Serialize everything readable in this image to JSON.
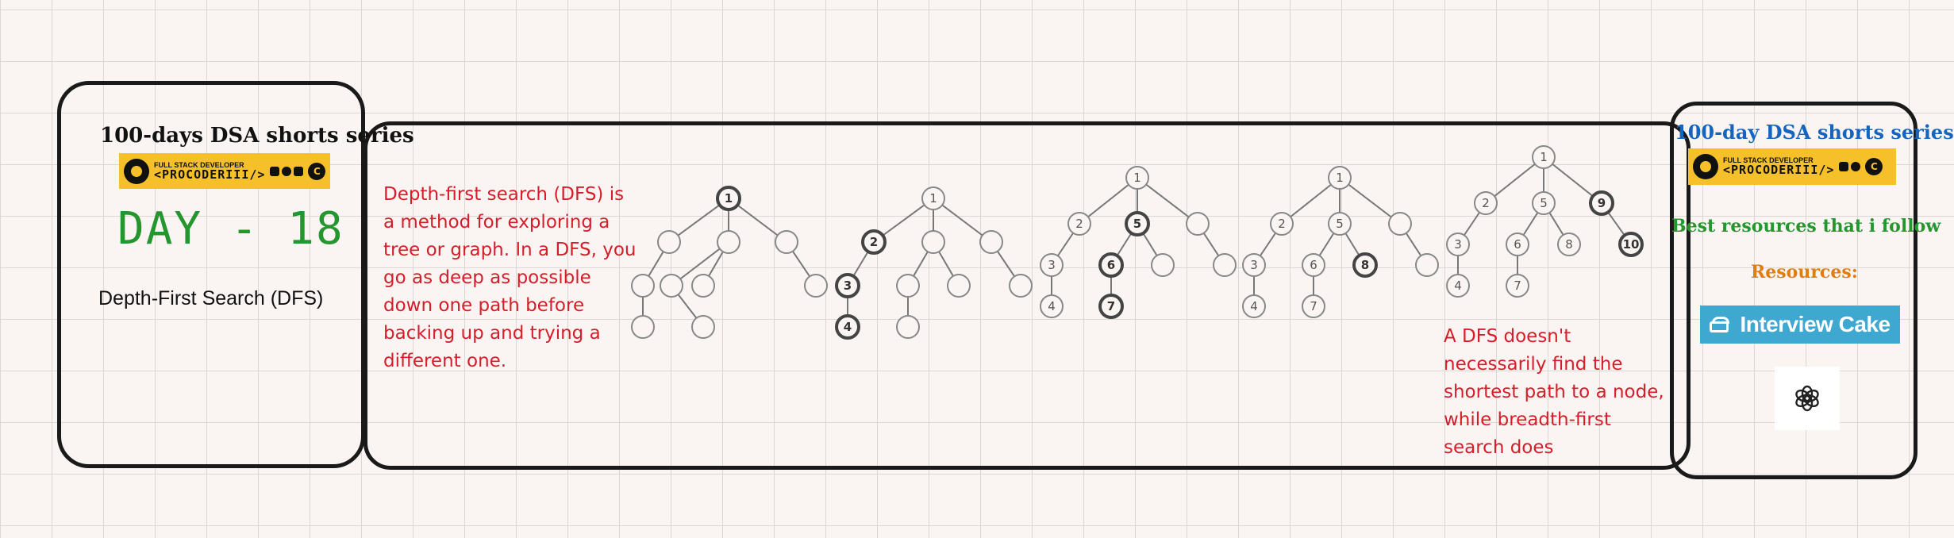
{
  "left_card": {
    "series_title": "100-days DSA shorts series",
    "day": "DAY - 18",
    "topic": "Depth-First Search (DFS)",
    "banner": {
      "name": "<PROCODERIII/>",
      "tag": "FULL STACK DEVELOPER"
    }
  },
  "middle": {
    "description": "Depth-first search (DFS) is a method for exploring a tree or graph. In a DFS, you go as deep as possible down one path before backing up and trying a different one.",
    "note": "A DFS doesn't necessarily find the shortest path to a node, while breadth-first search does"
  },
  "right_card": {
    "series_title": "100-day DSA shorts series",
    "banner": {
      "name": "<PROCODERIII/>",
      "tag": "FULL STACK DEVELOPER"
    },
    "best_resources": "Best resources that i follow",
    "resources_heading": "Resources:",
    "interview_cake_label": "Interview Cake",
    "chatgpt_icon": "openai-logo-icon"
  },
  "trees": [
    {
      "nodes": [
        {
          "label": "1",
          "bold": true
        },
        {
          "label": "",
          "bold": false
        },
        {
          "label": "",
          "bold": false
        },
        {
          "label": "",
          "bold": false
        },
        {
          "label": "",
          "bold": false
        },
        {
          "label": "",
          "bold": false
        },
        {
          "label": "",
          "bold": false
        },
        {
          "label": "",
          "bold": false
        },
        {
          "label": "",
          "bold": false
        },
        {
          "label": "",
          "bold": false
        }
      ]
    },
    {
      "nodes": [
        {
          "label": "1",
          "bold": false
        },
        {
          "label": "2",
          "bold": true
        },
        {
          "label": "",
          "bold": false
        },
        {
          "label": "",
          "bold": false
        },
        {
          "label": "3",
          "bold": true
        },
        {
          "label": "",
          "bold": false
        },
        {
          "label": "",
          "bold": false
        },
        {
          "label": "",
          "bold": false
        },
        {
          "label": "4",
          "bold": true
        },
        {
          "label": "",
          "bold": false
        }
      ]
    },
    {
      "nodes": [
        {
          "label": "1",
          "bold": false
        },
        {
          "label": "2",
          "bold": false
        },
        {
          "label": "5",
          "bold": true
        },
        {
          "label": "",
          "bold": false
        },
        {
          "label": "3",
          "bold": false
        },
        {
          "label": "6",
          "bold": true
        },
        {
          "label": "",
          "bold": false
        },
        {
          "label": "",
          "bold": false
        },
        {
          "label": "4",
          "bold": false
        },
        {
          "label": "7",
          "bold": true
        }
      ]
    },
    {
      "nodes": [
        {
          "label": "1",
          "bold": false
        },
        {
          "label": "2",
          "bold": false
        },
        {
          "label": "5",
          "bold": false
        },
        {
          "label": "",
          "bold": false
        },
        {
          "label": "3",
          "bold": false
        },
        {
          "label": "6",
          "bold": false
        },
        {
          "label": "8",
          "bold": true
        },
        {
          "label": "",
          "bold": false
        },
        {
          "label": "4",
          "bold": false
        },
        {
          "label": "7",
          "bold": false
        }
      ]
    },
    {
      "nodes": [
        {
          "label": "1",
          "bold": false
        },
        {
          "label": "2",
          "bold": false
        },
        {
          "label": "5",
          "bold": false
        },
        {
          "label": "9",
          "bold": true
        },
        {
          "label": "3",
          "bold": false
        },
        {
          "label": "6",
          "bold": false
        },
        {
          "label": "8",
          "bold": false
        },
        {
          "label": "10",
          "bold": true
        },
        {
          "label": "4",
          "bold": false
        },
        {
          "label": "7",
          "bold": false
        }
      ]
    }
  ],
  "colors": {
    "accent_red": "#d61d2a",
    "day_green": "#23962e",
    "title_blue": "#1565c0",
    "resources_orange": "#e07d10",
    "banner_yellow": "#f5c02a",
    "cake_blue": "#3fa8d1"
  }
}
